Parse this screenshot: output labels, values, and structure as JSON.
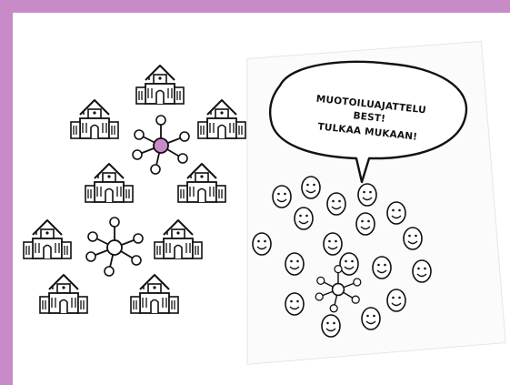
{
  "speech_bubble": {
    "line1": "MUOTOILUAJATTELU",
    "line2": "BEST!",
    "line3": "TULKAA MUKAAN!"
  },
  "colors": {
    "frame": "#c98bc7",
    "highlight_node": "#c98bc7",
    "ink": "#111111"
  },
  "icons": {
    "building": "school-building-icon",
    "network_hub": "network-hub-icon",
    "smiley_face": "smiley-face-icon"
  }
}
